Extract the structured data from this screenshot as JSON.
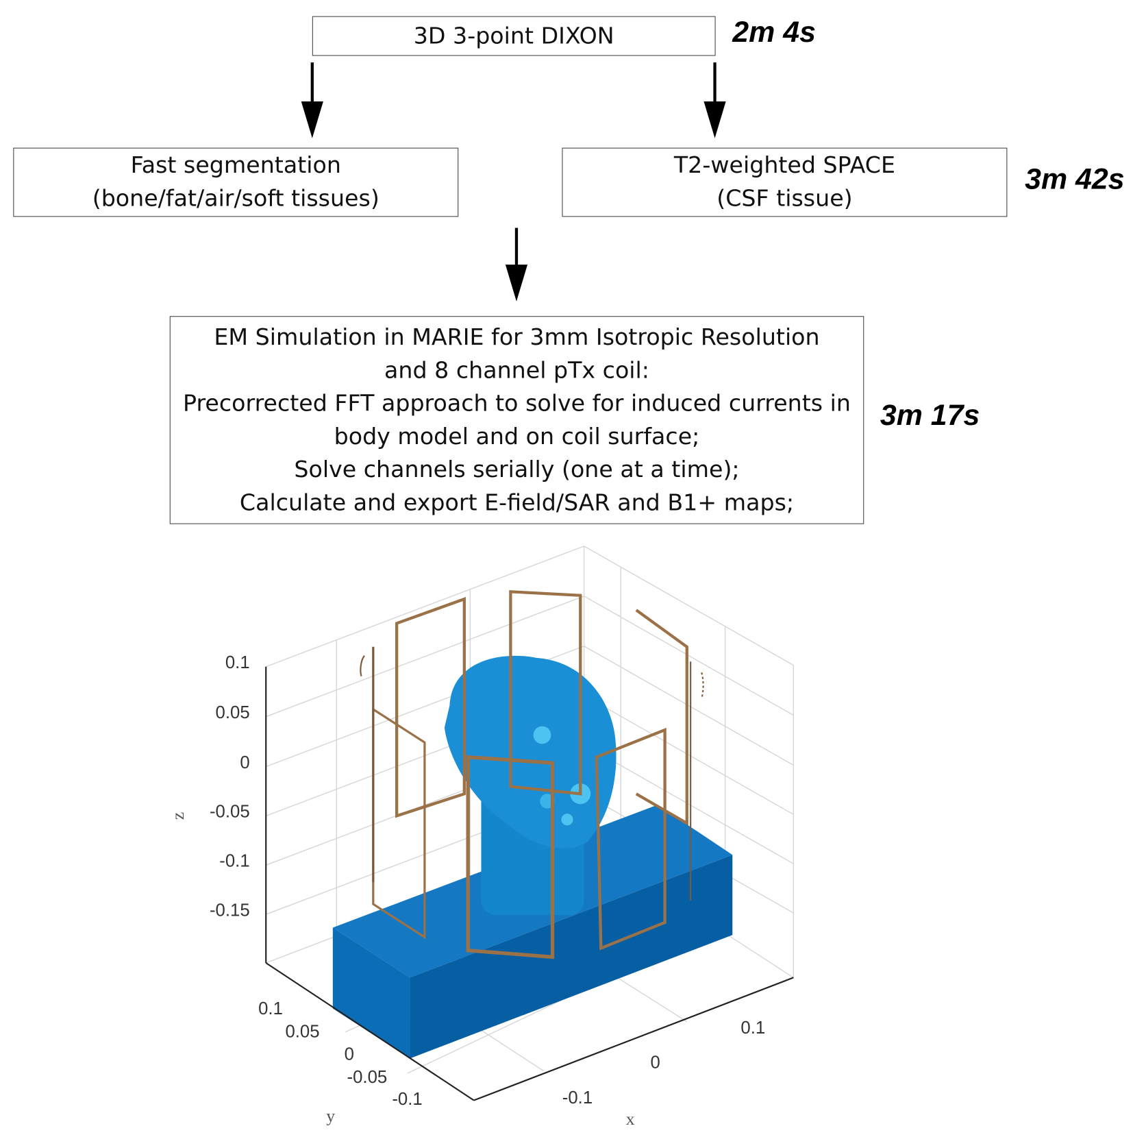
{
  "steps": {
    "dixon": {
      "lines": [
        "3D 3-point DIXON"
      ],
      "time": "2m 4s"
    },
    "segmentation": {
      "lines": [
        "Fast segmentation",
        "(bone/fat/air/soft tissues)"
      ]
    },
    "space": {
      "lines": [
        "T2-weighted SPACE",
        "(CSF tissue)"
      ],
      "time": "3m 42s"
    },
    "simulation": {
      "lines": [
        "EM Simulation in MARIE for 3mm Isotropic Resolution",
        "and 8 channel pTx coil:",
        "Precorrected FFT approach to solve for induced currents in",
        "body model and on coil surface;",
        "Solve channels serially (one at a time);",
        "Calculate and export E-field/SAR and B1+ maps;"
      ],
      "time": "3m 17s"
    }
  },
  "plot": {
    "z_ticks": [
      "0.1",
      "0.05",
      "0",
      "-0.05",
      "-0.1",
      "-0.15"
    ],
    "y_ticks": [
      "0.1",
      "0.05",
      "0",
      "-0.05",
      "-0.1"
    ],
    "x_ticks": [
      "-0.1",
      "0",
      "0.1"
    ],
    "x_label": "x",
    "y_label": "y",
    "z_label": "z",
    "colors": {
      "body": "#1a8fd6",
      "block": "#0e6fb8",
      "coil": "#9b7148",
      "grid": "#d6d6d6"
    }
  }
}
